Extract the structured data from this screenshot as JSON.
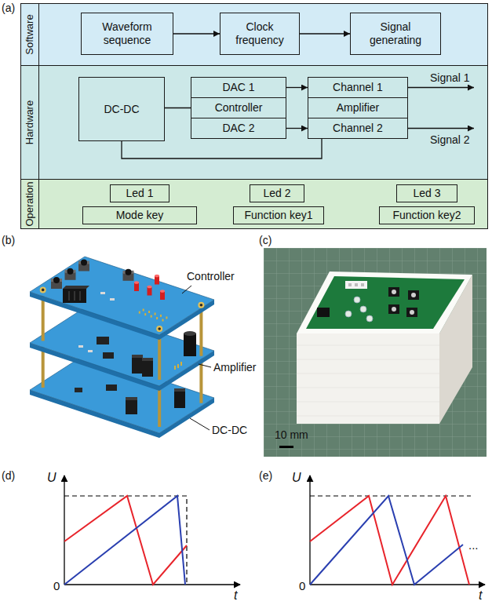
{
  "diagram": {
    "nodes": [
      {
        "text": [
          "Software"
        ]
      },
      {
        "text": [
          "Waveform sequence"
        ],
        "in": 0
      },
      {
        "text": [
          "Clock frequency"
        ],
        "in": 0
      },
      {
        "text": [
          "Signal generating"
        ],
        "in": 0
      },
      {
        "text": [
          "Hardware"
        ]
      },
      {
        "text": [
          "DC-DC"
        ],
        "in": 4
      },
      {
        "text": [
          "DAC 1"
        ],
        "in": 4
      },
      {
        "text": [
          "Controller"
        ],
        "in": 4
      },
      {
        "text": [
          "DAC 2"
        ],
        "in": 4
      },
      {
        "text": [
          "Channel 1"
        ],
        "in": 4
      },
      {
        "text": [
          "Amplifier"
        ],
        "in": 4
      },
      {
        "text": [
          "Channel 2"
        ],
        "in": 4
      },
      {
        "text": [
          "Operation"
        ]
      },
      {
        "text": [
          "Led 1"
        ],
        "in": 12
      },
      {
        "text": [
          "Led 2"
        ],
        "in": 12
      },
      {
        "text": [
          "Led 3"
        ],
        "in": 12
      },
      {
        "text": [
          "Mode key"
        ],
        "in": 12
      },
      {
        "text": [
          "Function key1"
        ],
        "in": 12
      },
      {
        "text": [
          "Function key2"
        ],
        "in": 12
      }
    ],
    "edges": [
      {
        "from": 1,
        "to": 2,
        "arrow": "to"
      },
      {
        "from": 2,
        "to": 3,
        "arrow": "to"
      },
      {
        "from": 5,
        "to": 7,
        "arrow": "none"
      },
      {
        "from": 6,
        "to": 9,
        "arrow": "to"
      },
      {
        "from": 8,
        "to": 11,
        "arrow": "to"
      },
      {
        "from": 5,
        "to": 11,
        "arrow": "none"
      }
    ],
    "labels": [
      "(a)",
      "Signal 1",
      "Signal 2",
      "(b)",
      "Controller",
      "Amplifier",
      "DC-DC",
      "(c)",
      "10 mm",
      "(d)",
      "U",
      "0",
      "t",
      "(e)",
      "U",
      "0",
      "t",
      "..."
    ]
  }
}
